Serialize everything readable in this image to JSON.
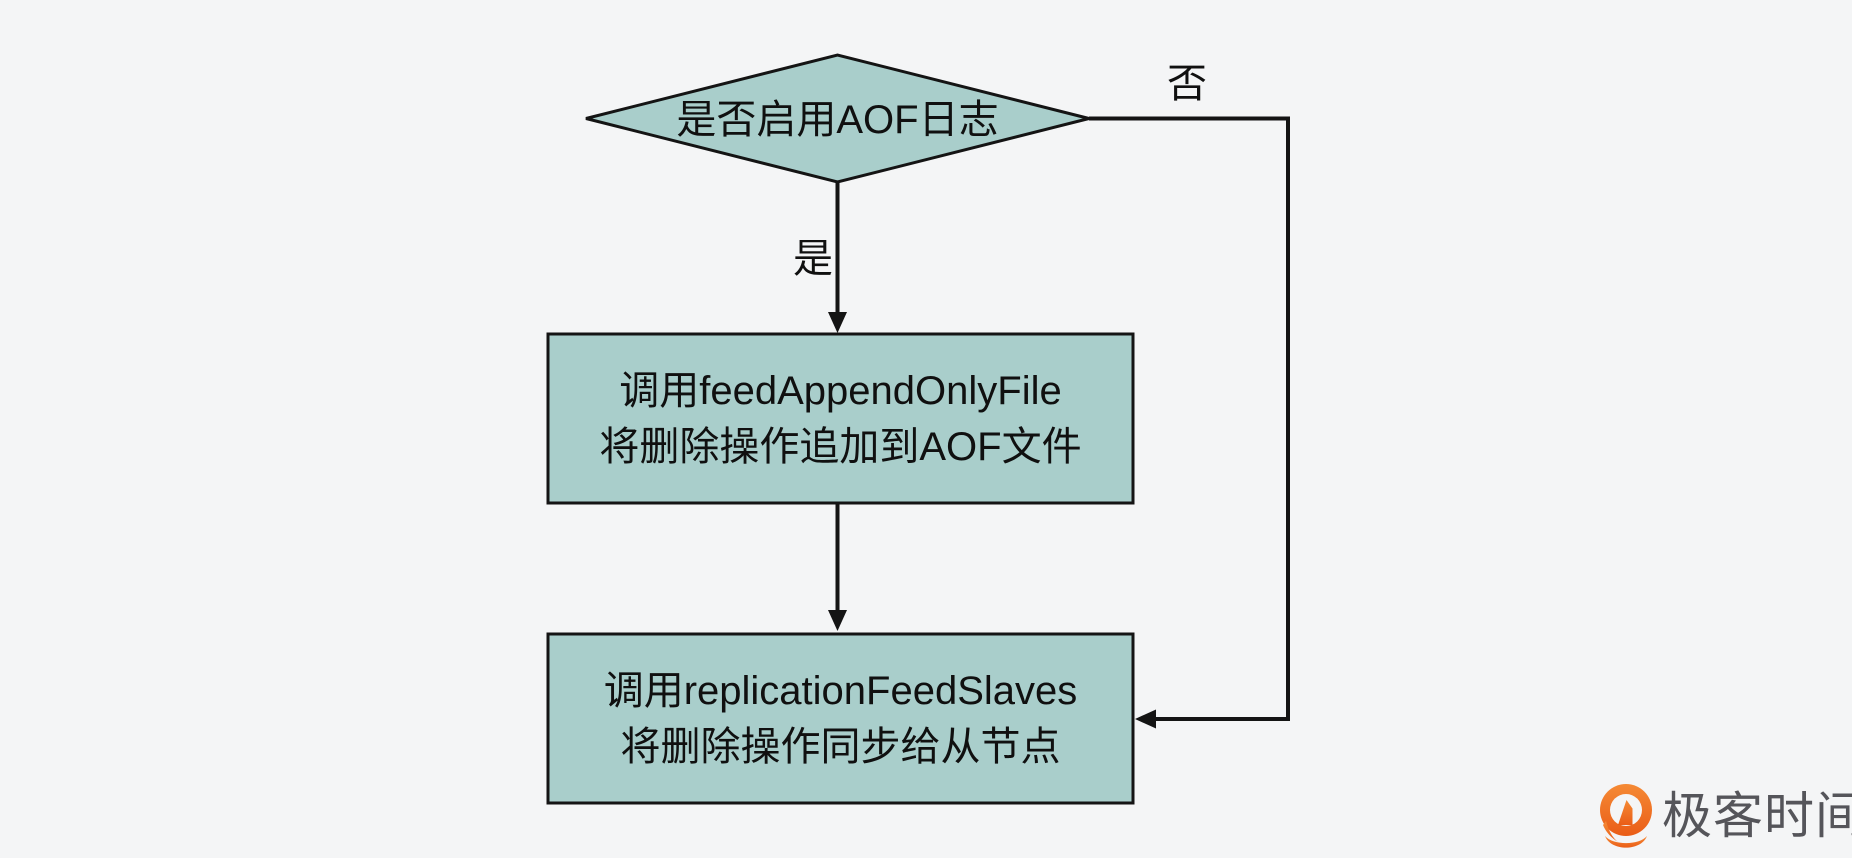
{
  "diagram": {
    "decision": {
      "label": "是否启用AOF日志"
    },
    "branch_yes": {
      "label": "是"
    },
    "branch_no": {
      "label": "否"
    },
    "process_aof": {
      "line1": "调用feedAppendOnlyFile",
      "line2": "将删除操作追加到AOF文件"
    },
    "process_repl": {
      "line1": "调用replicationFeedSlaves",
      "line2": "将删除操作同步给从节点"
    },
    "colors": {
      "node_fill": "#a9cecb",
      "line": "#141414",
      "background": "#f4f5f6"
    }
  },
  "branding": {
    "logo_text": "极客时间",
    "logo_icon_name": "geektime-logo-icon",
    "colors": {
      "orange_top": "#f58a35",
      "orange_bottom": "#ea5d17",
      "text_gray": "#55555a"
    }
  }
}
